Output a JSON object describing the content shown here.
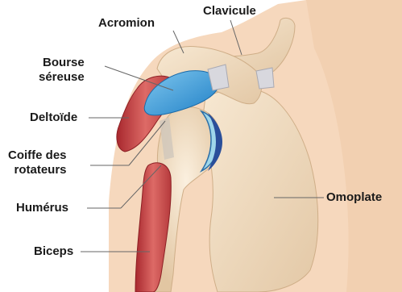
{
  "labels": {
    "clavicule": "Clavicule",
    "acromion": "Acromion",
    "bourse_line1": "Bourse",
    "bourse_line2": "séreuse",
    "deltoide": "Deltoïde",
    "coiffe_line1": "Coiffe des",
    "coiffe_line2": "rotateurs",
    "humerus": "Humérus",
    "omoplate": "Omoplate",
    "biceps": "Biceps"
  },
  "colors": {
    "skin": "#f5d5b8",
    "bone": "#efdcc0",
    "muscle": "#c8464a",
    "bursa": "#3aa0dc",
    "cartilage": "#8fd3e6",
    "leader": "#666666"
  }
}
